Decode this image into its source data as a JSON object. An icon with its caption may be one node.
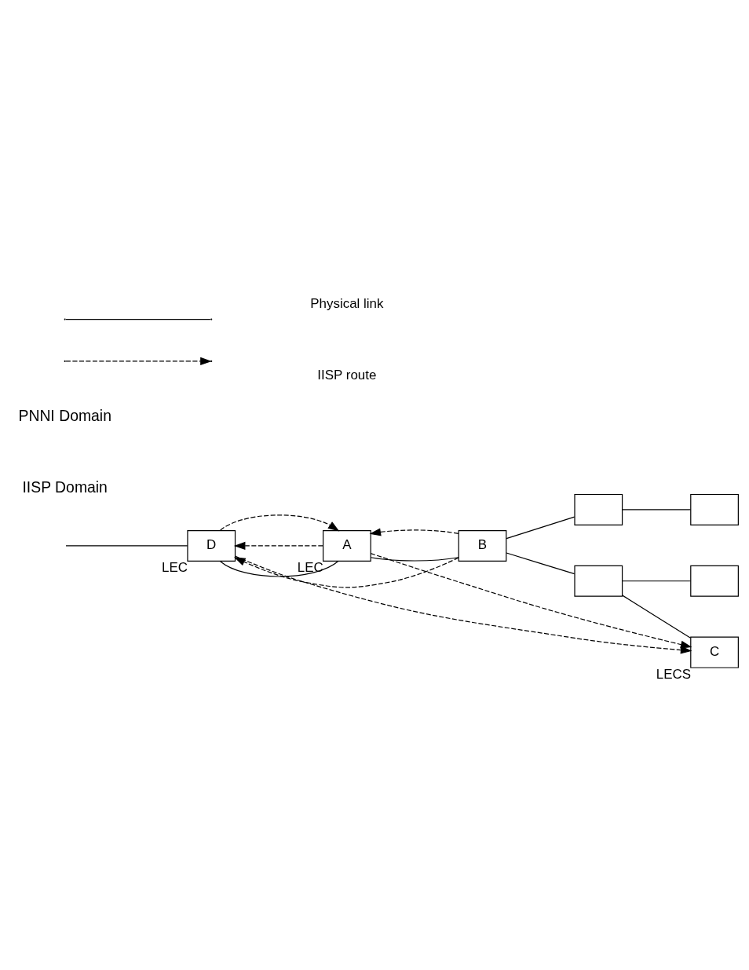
{
  "diagram": {
    "nodes": [
      {
        "text": [
          "D"
        ],
        "beside": [
          "LEC"
        ]
      },
      {
        "text": [
          "A"
        ],
        "beside": [
          "LEC"
        ]
      },
      {
        "text": [
          "B"
        ]
      },
      {
        "text": [],
        "shape": "box"
      },
      {
        "text": [],
        "shape": "box"
      },
      {
        "text": [],
        "shape": "box"
      },
      {
        "text": [],
        "shape": "box"
      },
      {
        "text": [
          "C"
        ],
        "beside": [
          "LECS"
        ]
      }
    ],
    "edges": [
      {
        "from": null,
        "to": 0,
        "arrow": "none"
      },
      {
        "from": 0,
        "to": 1,
        "arrow": "none"
      },
      {
        "from": 1,
        "to": 2,
        "arrow": "none"
      },
      {
        "from": 2,
        "to": 3,
        "arrow": "none"
      },
      {
        "from": 3,
        "to": 4,
        "arrow": "none"
      },
      {
        "from": 2,
        "to": 5,
        "arrow": "none"
      },
      {
        "from": 5,
        "to": 6,
        "arrow": "none"
      },
      {
        "from": 5,
        "to": 7,
        "arrow": "none"
      },
      {
        "from": 2,
        "to": 0,
        "arrow": "to",
        "style": "dashed"
      },
      {
        "from": 2,
        "to": 1,
        "arrow": "to",
        "style": "dashed"
      },
      {
        "from": 1,
        "to": 0,
        "arrow": "to",
        "style": "dashed"
      },
      {
        "from": 0,
        "to": 1,
        "arrow": "to",
        "style": "dashed"
      },
      {
        "from": 1,
        "to": 7,
        "arrow": "to",
        "style": "dashed"
      },
      {
        "from": 0,
        "to": 7,
        "arrow": "to",
        "style": "dashed"
      }
    ],
    "labels": [
      "IISP Domain",
      "PNNI Domain"
    ],
    "legend": [
      {
        "text": "Physical link"
      },
      {
        "text": "IISP route"
      }
    ]
  }
}
